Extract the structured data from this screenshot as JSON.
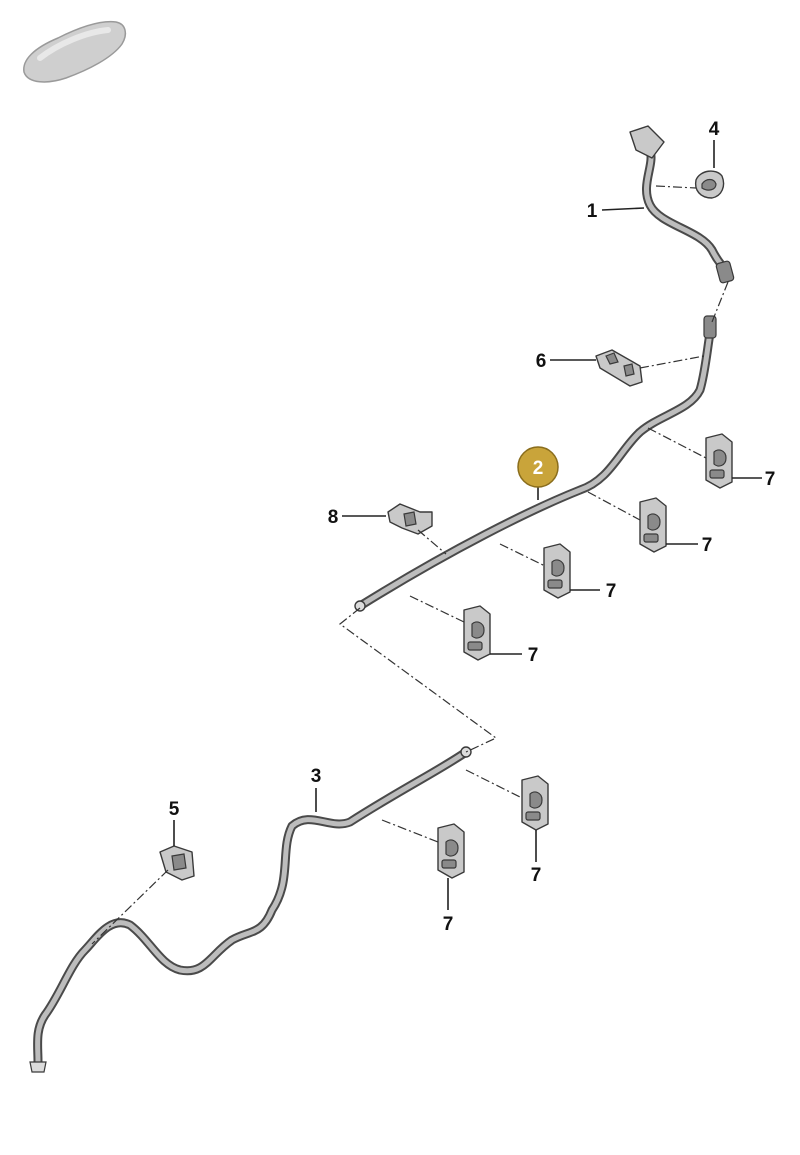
{
  "colors": {
    "highlight_badge": "#c9a43a",
    "pipe": "#bdbdbd",
    "outline": "#3a3a3a"
  },
  "icons": {
    "vehicle": "car-silhouette-icon"
  },
  "callouts": [
    {
      "id": "c1",
      "label": "1"
    },
    {
      "id": "c2",
      "label": "2",
      "highlighted": true
    },
    {
      "id": "c3",
      "label": "3"
    },
    {
      "id": "c4",
      "label": "4"
    },
    {
      "id": "c5",
      "label": "5"
    },
    {
      "id": "c6",
      "label": "6"
    },
    {
      "id": "c7a",
      "label": "7"
    },
    {
      "id": "c7b",
      "label": "7"
    },
    {
      "id": "c7c",
      "label": "7"
    },
    {
      "id": "c7d",
      "label": "7"
    },
    {
      "id": "c7e",
      "label": "7"
    },
    {
      "id": "c7f",
      "label": "7"
    },
    {
      "id": "c8",
      "label": "8"
    }
  ]
}
